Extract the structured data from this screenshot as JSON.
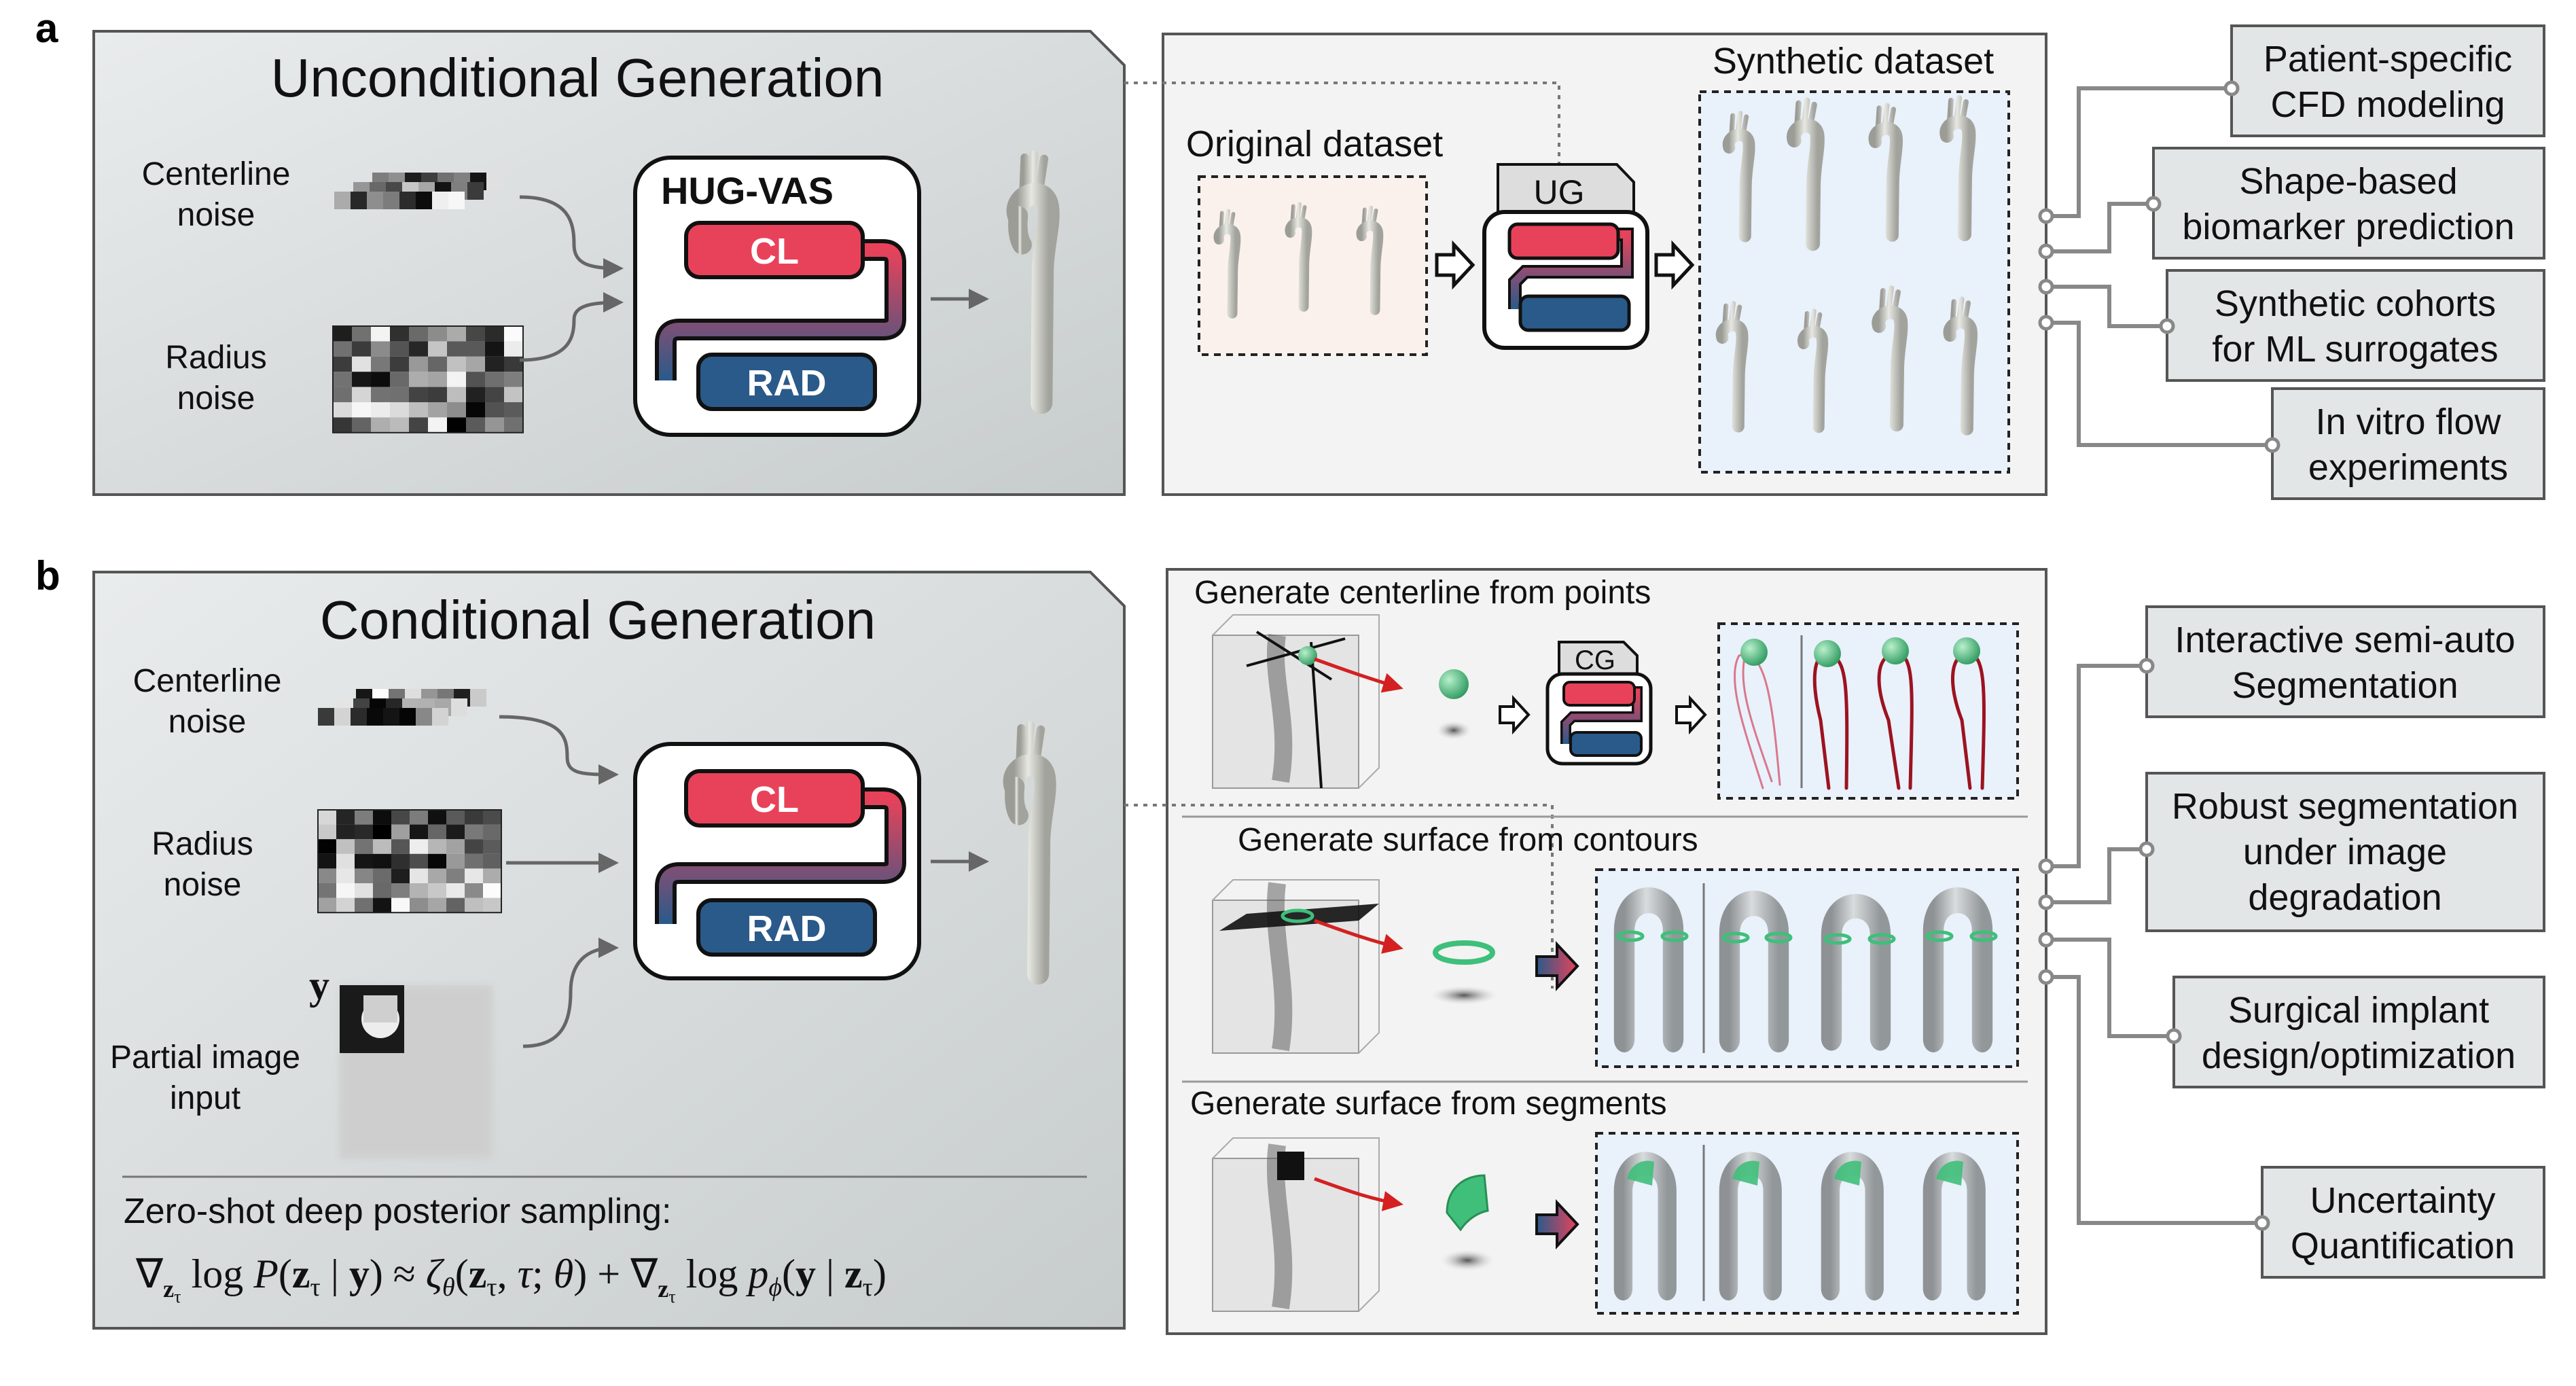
{
  "panel_a": {
    "letter": "a",
    "title": "Unconditional Generation",
    "centerline_noise": [
      "Centerline",
      "noise"
    ],
    "radius_noise": [
      "Radius",
      "noise"
    ],
    "model_name": "HUG-VAS",
    "cl_label": "CL",
    "rad_label": "RAD",
    "original_dataset": "Original dataset",
    "synthetic_dataset": "Synthetic dataset",
    "ug_label": "UG",
    "applications": [
      [
        "Patient-specific",
        "CFD modeling"
      ],
      [
        "Shape-based",
        "biomarker prediction"
      ],
      [
        "Synthetic cohorts",
        "for ML surrogates"
      ],
      [
        "In vitro flow",
        "experiments"
      ]
    ]
  },
  "panel_b": {
    "letter": "b",
    "title": "Conditional Generation",
    "centerline_noise": [
      "Centerline",
      "noise"
    ],
    "radius_noise": [
      "Radius",
      "noise"
    ],
    "partial_input": [
      "Partial image",
      "input"
    ],
    "y_symbol": "y",
    "cl_label": "CL",
    "rad_label": "RAD",
    "cg_label": "CG",
    "posterior_title": "Zero-shot deep posterior sampling:",
    "equation": "∇_{z_τ} log P(z_τ | y) ≈ ζ_θ(z_τ, τ; θ) + ∇_{z_τ} log p_ϕ(y | z_τ)",
    "sub_tasks": [
      "Generate centerline from points",
      "Generate surface from contours",
      "Generate surface from segments"
    ],
    "applications": [
      [
        "Interactive semi-auto",
        "Segmentation"
      ],
      [
        "Robust segmentation",
        "under image",
        "degradation"
      ],
      [
        "Surgical implant",
        "design/optimization"
      ],
      [
        "Uncertainty",
        "Quantification"
      ]
    ]
  },
  "colors": {
    "cl_red": "#e8425a",
    "rad_blue": "#2a5a8a",
    "panel_gray": "#d4d8d8",
    "app_box": "#e3e6e6",
    "synthetic_bg": "#e9f1fb",
    "original_bg": "#fbf1ec"
  }
}
